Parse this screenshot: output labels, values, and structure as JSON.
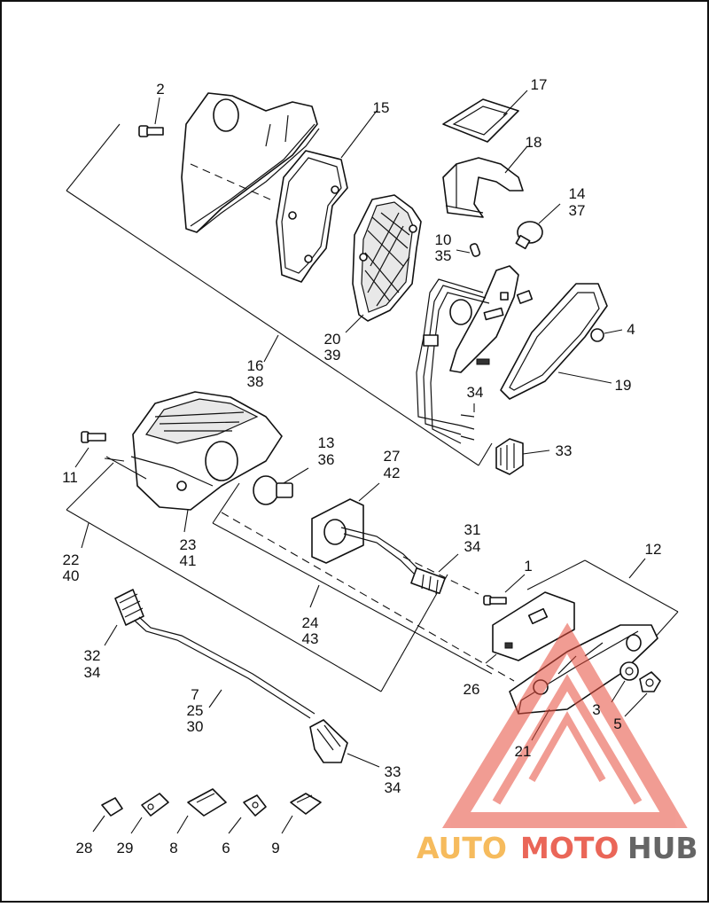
{
  "diagram": {
    "callouts": [
      {
        "id": "c2",
        "text": "2"
      },
      {
        "id": "c15",
        "text": "15"
      },
      {
        "id": "c17",
        "text": "17"
      },
      {
        "id": "c18",
        "text": "18"
      },
      {
        "id": "c14",
        "text": "14"
      },
      {
        "id": "c37",
        "text": "37"
      },
      {
        "id": "c10",
        "text": "10"
      },
      {
        "id": "c35",
        "text": "35"
      },
      {
        "id": "c4",
        "text": "4"
      },
      {
        "id": "c20",
        "text": "20"
      },
      {
        "id": "c39",
        "text": "39"
      },
      {
        "id": "c16",
        "text": "16"
      },
      {
        "id": "c38",
        "text": "38"
      },
      {
        "id": "c19",
        "text": "19"
      },
      {
        "id": "c34a",
        "text": "34"
      },
      {
        "id": "c33a",
        "text": "33"
      },
      {
        "id": "c11",
        "text": "11"
      },
      {
        "id": "c13",
        "text": "13"
      },
      {
        "id": "c36",
        "text": "36"
      },
      {
        "id": "c27",
        "text": "27"
      },
      {
        "id": "c42",
        "text": "42"
      },
      {
        "id": "c22",
        "text": "22"
      },
      {
        "id": "c40",
        "text": "40"
      },
      {
        "id": "c23",
        "text": "23"
      },
      {
        "id": "c41",
        "text": "41"
      },
      {
        "id": "c31",
        "text": "31"
      },
      {
        "id": "c34b",
        "text": "34"
      },
      {
        "id": "c1",
        "text": "1"
      },
      {
        "id": "c12",
        "text": "12"
      },
      {
        "id": "c24",
        "text": "24"
      },
      {
        "id": "c43",
        "text": "43"
      },
      {
        "id": "c32",
        "text": "32"
      },
      {
        "id": "c34c",
        "text": "34"
      },
      {
        "id": "c26",
        "text": "26"
      },
      {
        "id": "c7",
        "text": "7"
      },
      {
        "id": "c25",
        "text": "25"
      },
      {
        "id": "c30",
        "text": "30"
      },
      {
        "id": "c3",
        "text": "3"
      },
      {
        "id": "c5",
        "text": "5"
      },
      {
        "id": "c21",
        "text": "21"
      },
      {
        "id": "c33b",
        "text": "33"
      },
      {
        "id": "c34d",
        "text": "34"
      },
      {
        "id": "c28",
        "text": "28"
      },
      {
        "id": "c29",
        "text": "29"
      },
      {
        "id": "c8",
        "text": "8"
      },
      {
        "id": "c6",
        "text": "6"
      },
      {
        "id": "c9",
        "text": "9"
      }
    ]
  },
  "watermark": {
    "part1": "AUTO",
    "part2": "MOTO",
    "part3": "HUB",
    "color_orange": "#f5b041",
    "color_red": "#e74c3c",
    "color_grey": "#555555"
  }
}
